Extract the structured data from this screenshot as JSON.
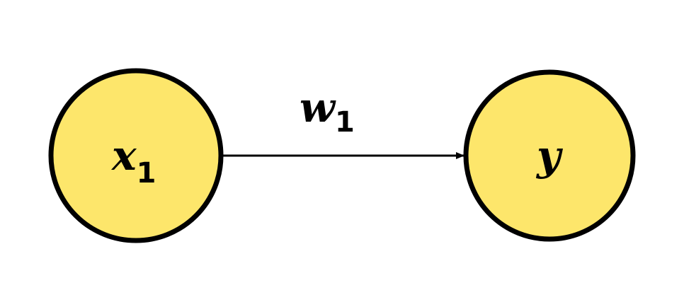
{
  "diagram": {
    "nodes": [
      {
        "id": "input",
        "label": "x",
        "subscript": "1"
      },
      {
        "id": "output",
        "label": "y",
        "subscript": ""
      }
    ],
    "edge": {
      "from": "input",
      "to": "output",
      "label": "w",
      "subscript": "1"
    },
    "colors": {
      "node_fill": "#FDE66B",
      "node_stroke": "#000000",
      "edge": "#000000",
      "background": "#FFFFFF"
    }
  }
}
